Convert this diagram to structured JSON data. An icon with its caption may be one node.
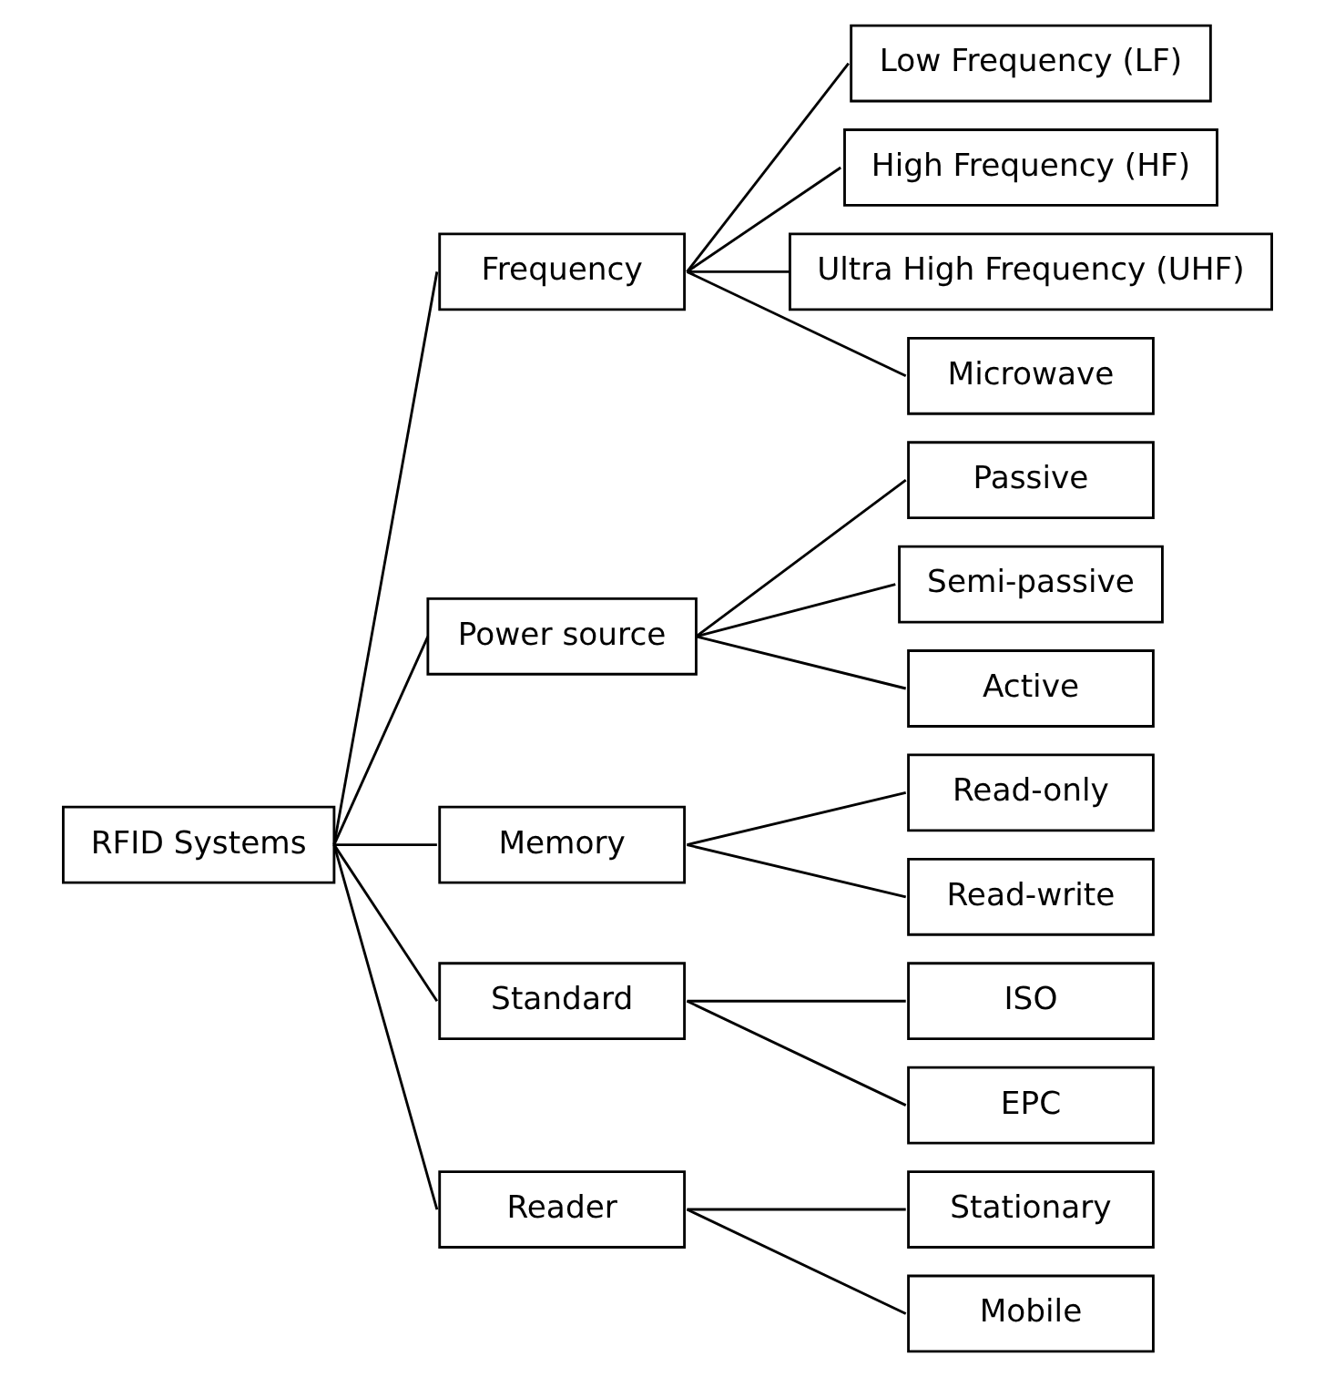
{
  "diagram": {
    "nodes": [
      {
        "text": [
          "RFID Systems"
        ]
      },
      {
        "text": [
          "Frequency"
        ]
      },
      {
        "text": [
          "Low Frequency (LF)"
        ]
      },
      {
        "text": [
          "High Frequency (HF)"
        ]
      },
      {
        "text": [
          "Ultra High Frequency (UHF)"
        ]
      },
      {
        "text": [
          "Microwave"
        ]
      },
      {
        "text": [
          "Power source"
        ]
      },
      {
        "text": [
          "Passive"
        ]
      },
      {
        "text": [
          "Semi-passive"
        ]
      },
      {
        "text": [
          "Active"
        ]
      },
      {
        "text": [
          "Memory"
        ]
      },
      {
        "text": [
          "Read-only"
        ]
      },
      {
        "text": [
          "Read-write"
        ]
      },
      {
        "text": [
          "Standard"
        ]
      },
      {
        "text": [
          "ISO"
        ]
      },
      {
        "text": [
          "EPC"
        ]
      },
      {
        "text": [
          "Reader"
        ]
      },
      {
        "text": [
          "Stationary"
        ]
      },
      {
        "text": [
          "Mobile"
        ]
      }
    ],
    "edges": [
      {
        "from": 0,
        "to": 1,
        "arrow": "none"
      },
      {
        "from": 0,
        "to": 6,
        "arrow": "none"
      },
      {
        "from": 0,
        "to": 10,
        "arrow": "none"
      },
      {
        "from": 0,
        "to": 13,
        "arrow": "none"
      },
      {
        "from": 0,
        "to": 16,
        "arrow": "none"
      },
      {
        "from": 1,
        "to": 2,
        "arrow": "none"
      },
      {
        "from": 1,
        "to": 3,
        "arrow": "none"
      },
      {
        "from": 1,
        "to": 4,
        "arrow": "none"
      },
      {
        "from": 1,
        "to": 5,
        "arrow": "none"
      },
      {
        "from": 6,
        "to": 7,
        "arrow": "none"
      },
      {
        "from": 6,
        "to": 8,
        "arrow": "none"
      },
      {
        "from": 6,
        "to": 9,
        "arrow": "none"
      },
      {
        "from": 10,
        "to": 11,
        "arrow": "none"
      },
      {
        "from": 10,
        "to": 12,
        "arrow": "none"
      },
      {
        "from": 13,
        "to": 14,
        "arrow": "none"
      },
      {
        "from": 13,
        "to": 15,
        "arrow": "none"
      },
      {
        "from": 16,
        "to": 17,
        "arrow": "none"
      },
      {
        "from": 16,
        "to": 18,
        "arrow": "none"
      }
    ]
  }
}
